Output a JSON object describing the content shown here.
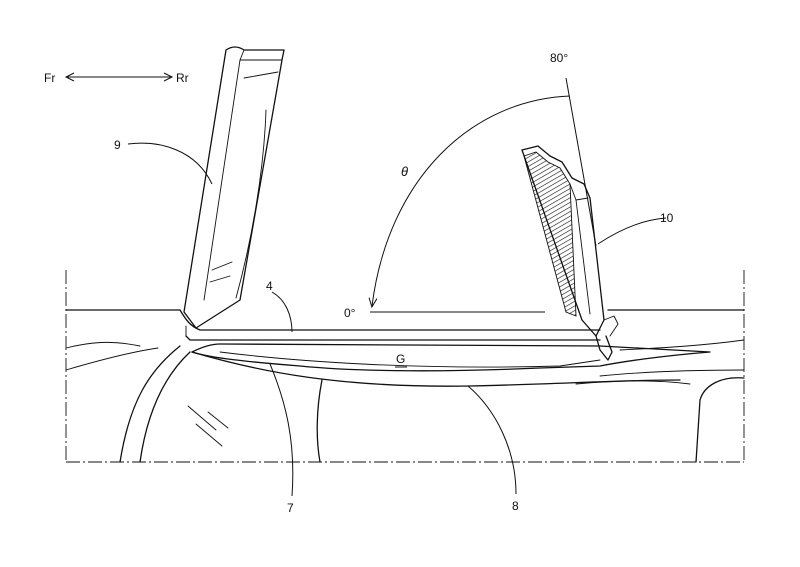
{
  "direction": {
    "front": "Fr",
    "rear": "Rr"
  },
  "angles": {
    "start": "0°",
    "end": "80°",
    "symbol": "θ"
  },
  "reference_numerals": {
    "r4": "4",
    "r7": "7",
    "r8": "8",
    "r9": "9",
    "r10": "10",
    "gap": "G"
  },
  "colors": {
    "line": "#111111",
    "background": "#ffffff"
  }
}
